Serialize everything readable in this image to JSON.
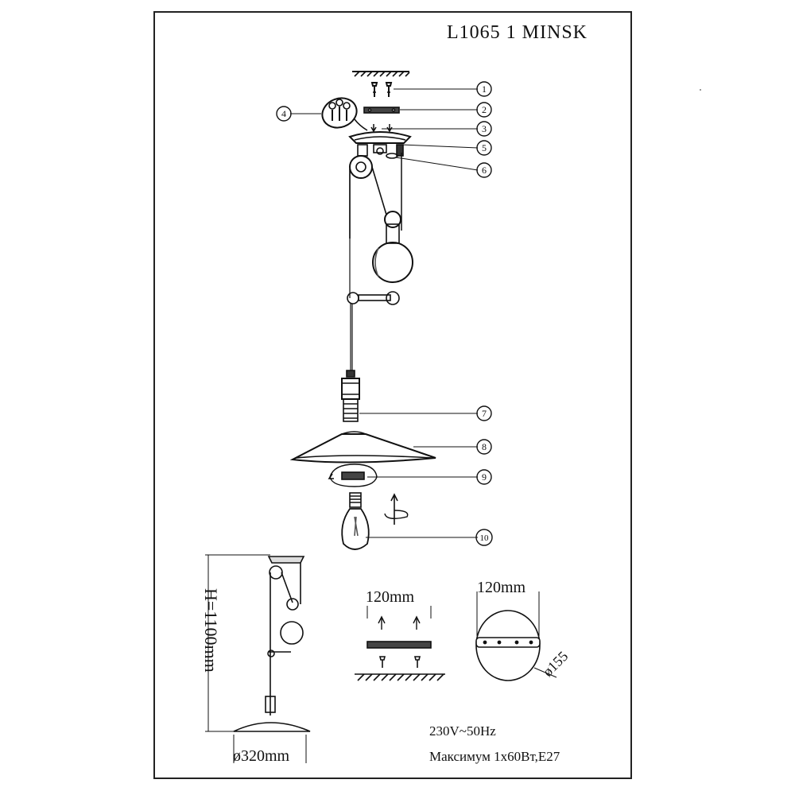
{
  "title": "L1065  1  MINSK",
  "callouts": [
    "1",
    "2",
    "3",
    "4",
    "5",
    "6",
    "7",
    "8",
    "9",
    "10"
  ],
  "dimensions": {
    "height": "H=1100mm",
    "shade_diameter": "ø320mm",
    "plate_width_1": "120mm",
    "plate_width_2": "120mm",
    "canopy_diameter": "ø155"
  },
  "specs": {
    "voltage": "230V~50Hz",
    "max_power": "Максимум 1x60Вт,E27"
  }
}
